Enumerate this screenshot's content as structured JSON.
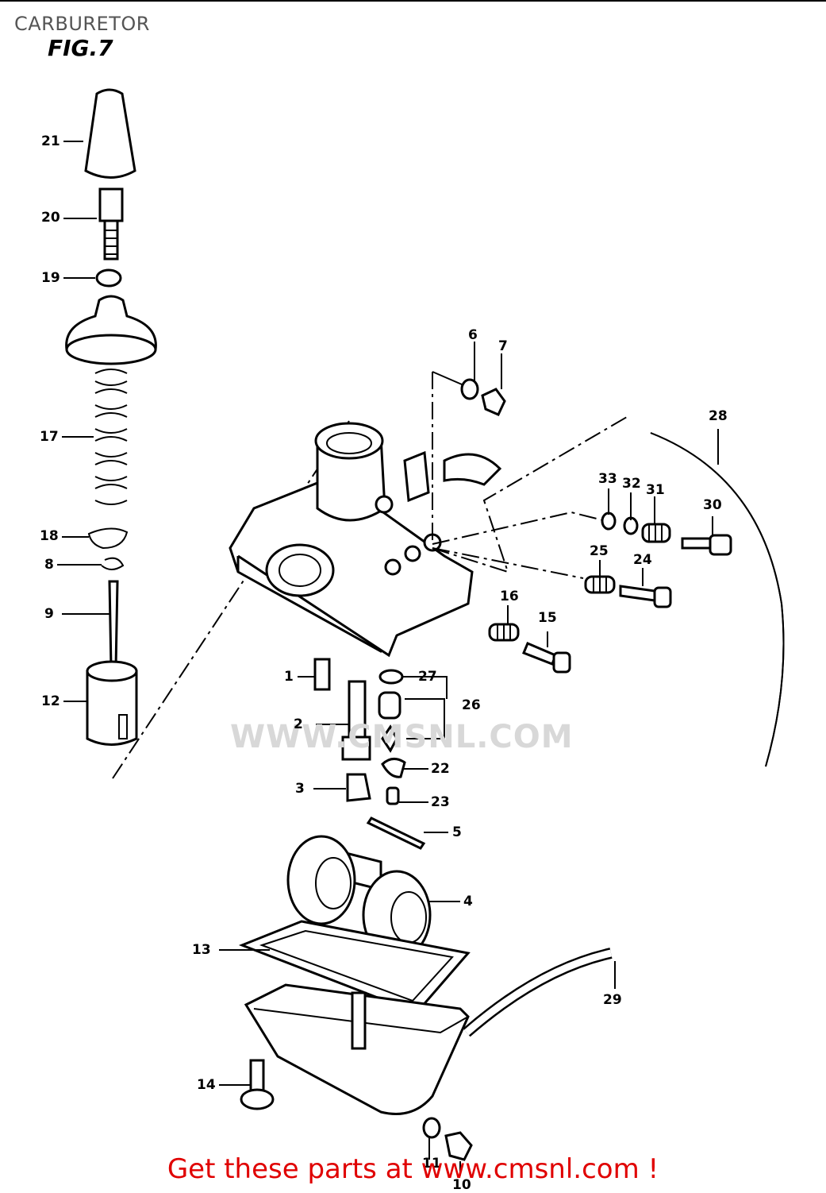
{
  "title": "CARBURETOR",
  "figure": "FIG.7",
  "watermark": "WWW.CMSNL.COM",
  "footer": "Get these parts at www.cmsnl.com !",
  "callouts": {
    "c1": "1",
    "c2": "2",
    "c3": "3",
    "c4": "4",
    "c5": "5",
    "c6": "6",
    "c7": "7",
    "c8": "8",
    "c9": "9",
    "c10": "10",
    "c11": "11",
    "c12": "12",
    "c13": "13",
    "c14": "14",
    "c15": "15",
    "c16": "16",
    "c17": "17",
    "c18": "18",
    "c19": "19",
    "c20": "20",
    "c21": "21",
    "c22": "22",
    "c23": "23",
    "c24": "24",
    "c25": "25",
    "c26": "26",
    "c27": "27",
    "c28": "28",
    "c29": "29",
    "c30": "30",
    "c31": "31",
    "c32": "32",
    "c33": "33"
  }
}
